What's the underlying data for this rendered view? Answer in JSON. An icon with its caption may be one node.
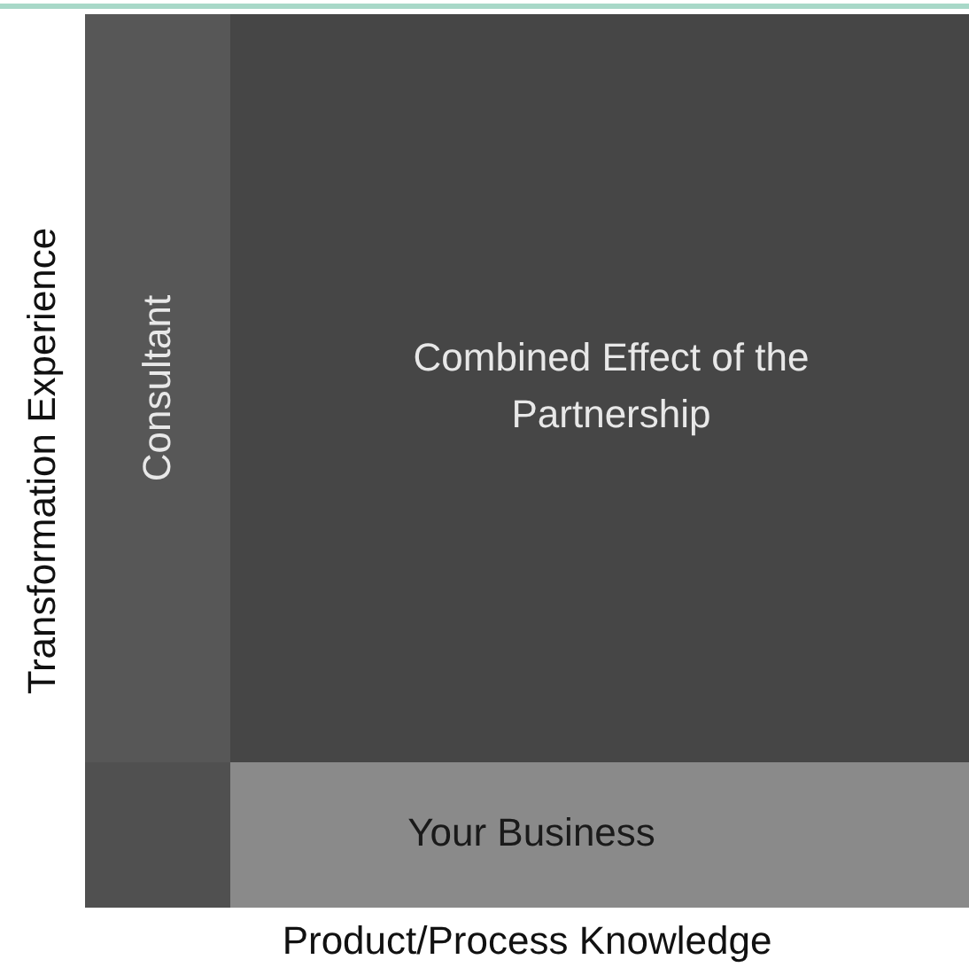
{
  "diagram": {
    "nodes": [
      {
        "text": [
          "Consultant"
        ]
      },
      {
        "text": [
          "Combined Effect of the Partnership"
        ]
      },
      {
        "text": [],
        "shape": "box"
      },
      {
        "text": [
          "Your Business"
        ]
      }
    ],
    "labels": [
      "Transformation Experience",
      "Product/Process Knowledge"
    ]
  }
}
